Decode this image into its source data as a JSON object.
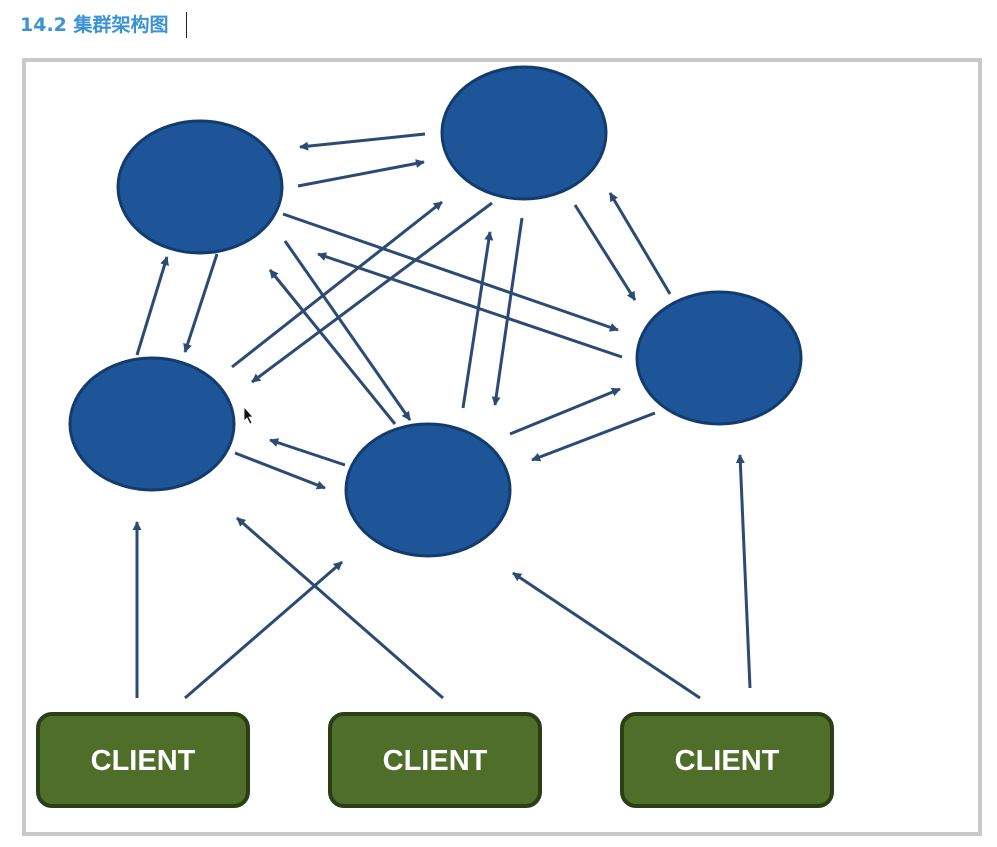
{
  "heading": {
    "text": "14.2 集群架构图"
  },
  "diagram": {
    "nodes": [
      {
        "id": "n1"
      },
      {
        "id": "n2"
      },
      {
        "id": "n3"
      },
      {
        "id": "n4"
      },
      {
        "id": "n5"
      }
    ],
    "clients": [
      {
        "id": "c1",
        "label": "CLIENT"
      },
      {
        "id": "c2",
        "label": "CLIENT"
      },
      {
        "id": "c3",
        "label": "CLIENT"
      }
    ],
    "colors": {
      "node_fill": "#1d5598",
      "node_stroke": "#123c6e",
      "arrow": "#2b4a74",
      "client_fill": "#4e6e2a",
      "client_stroke": "#2b3f16",
      "frame": "#c9c9c9",
      "heading": "#3b93d6"
    }
  }
}
